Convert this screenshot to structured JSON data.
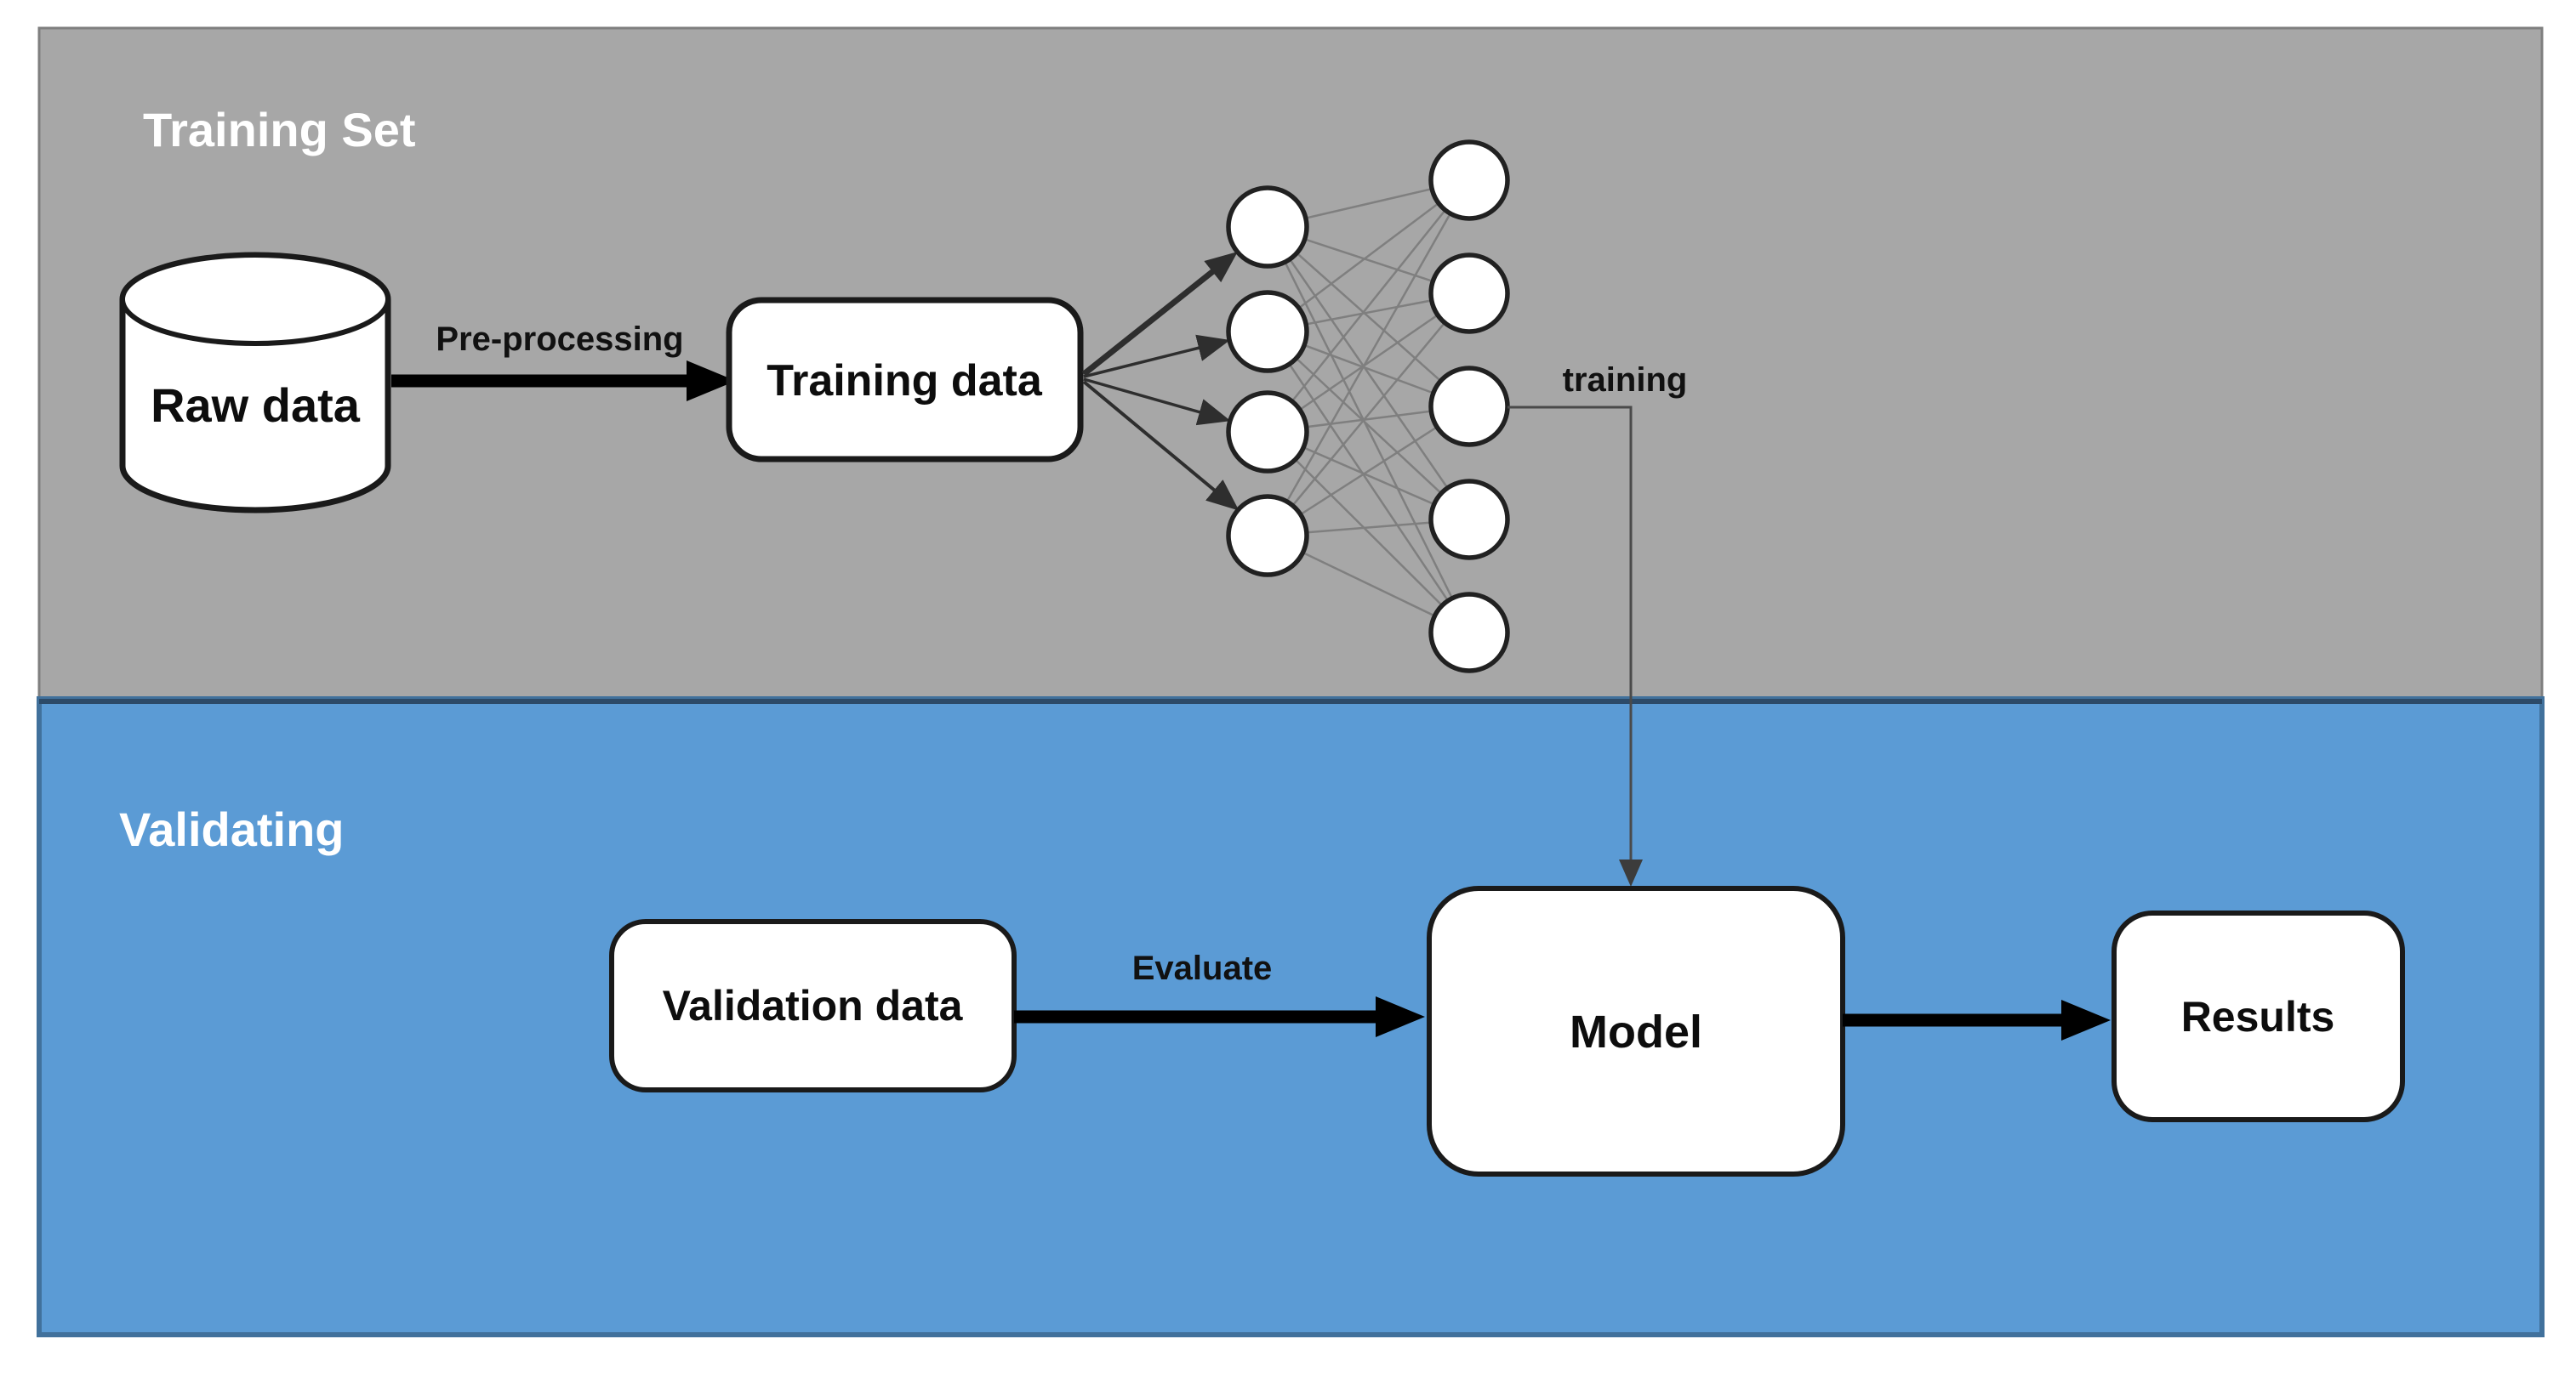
{
  "sections": {
    "training_set": {
      "title": "Training Set",
      "background": "#a7a7a7",
      "title_color": "#ffffff"
    },
    "validating": {
      "title": "Validating",
      "background": "#5b9bd5",
      "title_color": "#ffffff",
      "border_color": "#41719c",
      "top_line_color": "#2c4a68"
    }
  },
  "nodes": {
    "raw_data": {
      "label": "Raw data",
      "shape": "database-cylinder"
    },
    "training_data": {
      "label": "Training data",
      "shape": "rounded-rect"
    },
    "validation_data": {
      "label": "Validation data",
      "shape": "rounded-rect"
    },
    "model": {
      "label": "Model",
      "shape": "rounded-rect"
    },
    "results": {
      "label": "Results",
      "shape": "rounded-rect"
    }
  },
  "edges": {
    "pre_processing": {
      "label": "Pre-processing",
      "from": "raw_data",
      "to": "training_data"
    },
    "fan_out": {
      "label": "",
      "from": "training_data",
      "to": "input-layer",
      "count": 4
    },
    "training": {
      "label": "training",
      "from": "output-layer",
      "to": "model"
    },
    "evaluate": {
      "label": "Evaluate",
      "from": "validation_data",
      "to": "model"
    },
    "model_to_results": {
      "label": "",
      "from": "model",
      "to": "results"
    }
  },
  "neural_network": {
    "input_layer_nodes": 4,
    "output_layer_nodes": 5,
    "fully_connected": true,
    "node_fill": "#ffffff",
    "node_stroke": "#212121"
  },
  "colors": {
    "page_background": "#ffffff",
    "arrow_black": "#000000",
    "mesh_gray": "#7f7f7f",
    "shape_fill": "#ffffff",
    "shape_stroke": "#1a1a1a"
  }
}
